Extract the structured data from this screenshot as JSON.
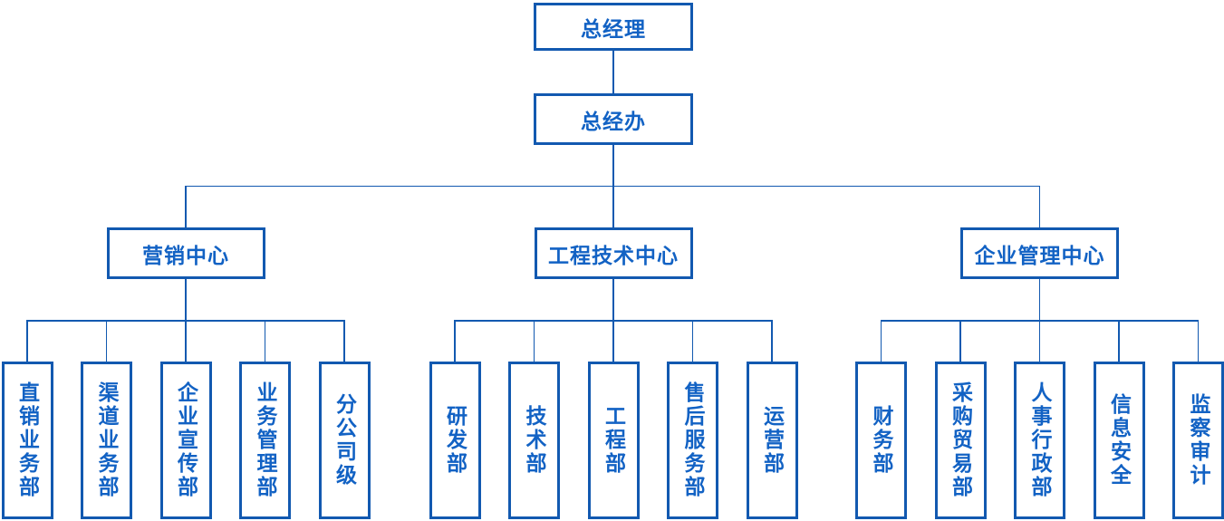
{
  "colors": {
    "line": "#1259B0",
    "text": "#1262C4",
    "background": "#ffffff"
  },
  "org_chart": {
    "type": "organization-chart",
    "root": {
      "label": "总经理"
    },
    "office": {
      "label": "总经办"
    },
    "centers": [
      {
        "label": "营销中心",
        "departments": [
          "直销业务部",
          "渠道业务部",
          "企业宣传部",
          "业务管理部",
          "分公司级"
        ]
      },
      {
        "label": "工程技术中心",
        "departments": [
          "研发部",
          "技术部",
          "工程部",
          "售后服务部",
          "运营部"
        ]
      },
      {
        "label": "企业管理中心",
        "departments": [
          "财务部",
          "采购贸易部",
          "人事行政部",
          "信息安全",
          "监察审计"
        ]
      }
    ]
  }
}
